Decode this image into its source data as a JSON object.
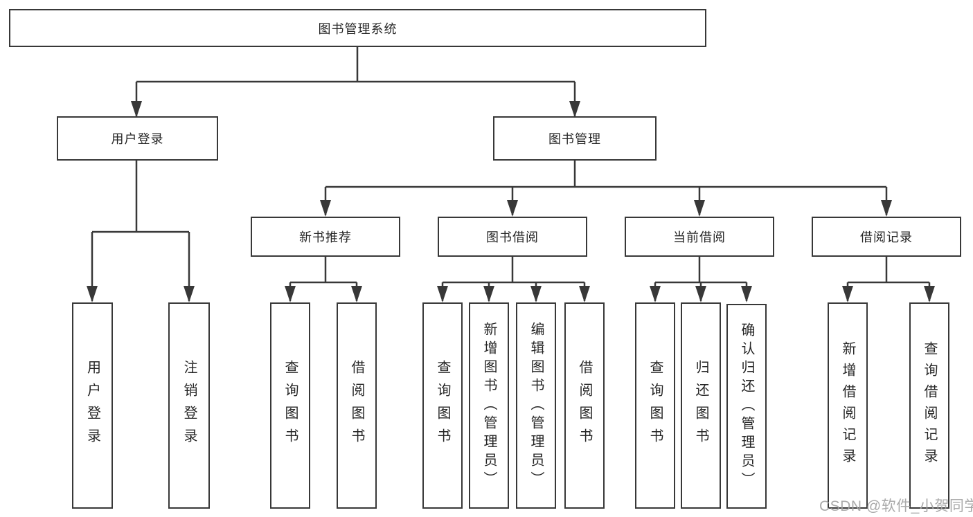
{
  "tree": {
    "label": "图书管理系统",
    "children": [
      {
        "label": "用户登录",
        "children": [
          {
            "label": "用户登录"
          },
          {
            "label": "注销登录"
          }
        ]
      },
      {
        "label": "图书管理",
        "children": [
          {
            "label": "新书推荐",
            "children": [
              {
                "label": "查询图书"
              },
              {
                "label": "借阅图书"
              }
            ]
          },
          {
            "label": "图书借阅",
            "children": [
              {
                "label": "查询图书"
              },
              {
                "label": "新增图书（管理员）"
              },
              {
                "label": "编辑图书（管理员）"
              },
              {
                "label": "借阅图书"
              }
            ]
          },
          {
            "label": "当前借阅",
            "children": [
              {
                "label": "查询图书"
              },
              {
                "label": "归还图书"
              },
              {
                "label": "确认归还（管理员）"
              }
            ]
          },
          {
            "label": "借阅记录",
            "children": [
              {
                "label": "新增借阅记录"
              },
              {
                "label": "查询借阅记录"
              }
            ]
          }
        ]
      }
    ]
  },
  "watermark": {
    "text": "CSDN @软件_小贺同学"
  },
  "colors": {
    "line": "#383838",
    "box_border": "#383838",
    "text": "#262626",
    "watermark": "#a3a3a3",
    "background": "#ffffff"
  }
}
